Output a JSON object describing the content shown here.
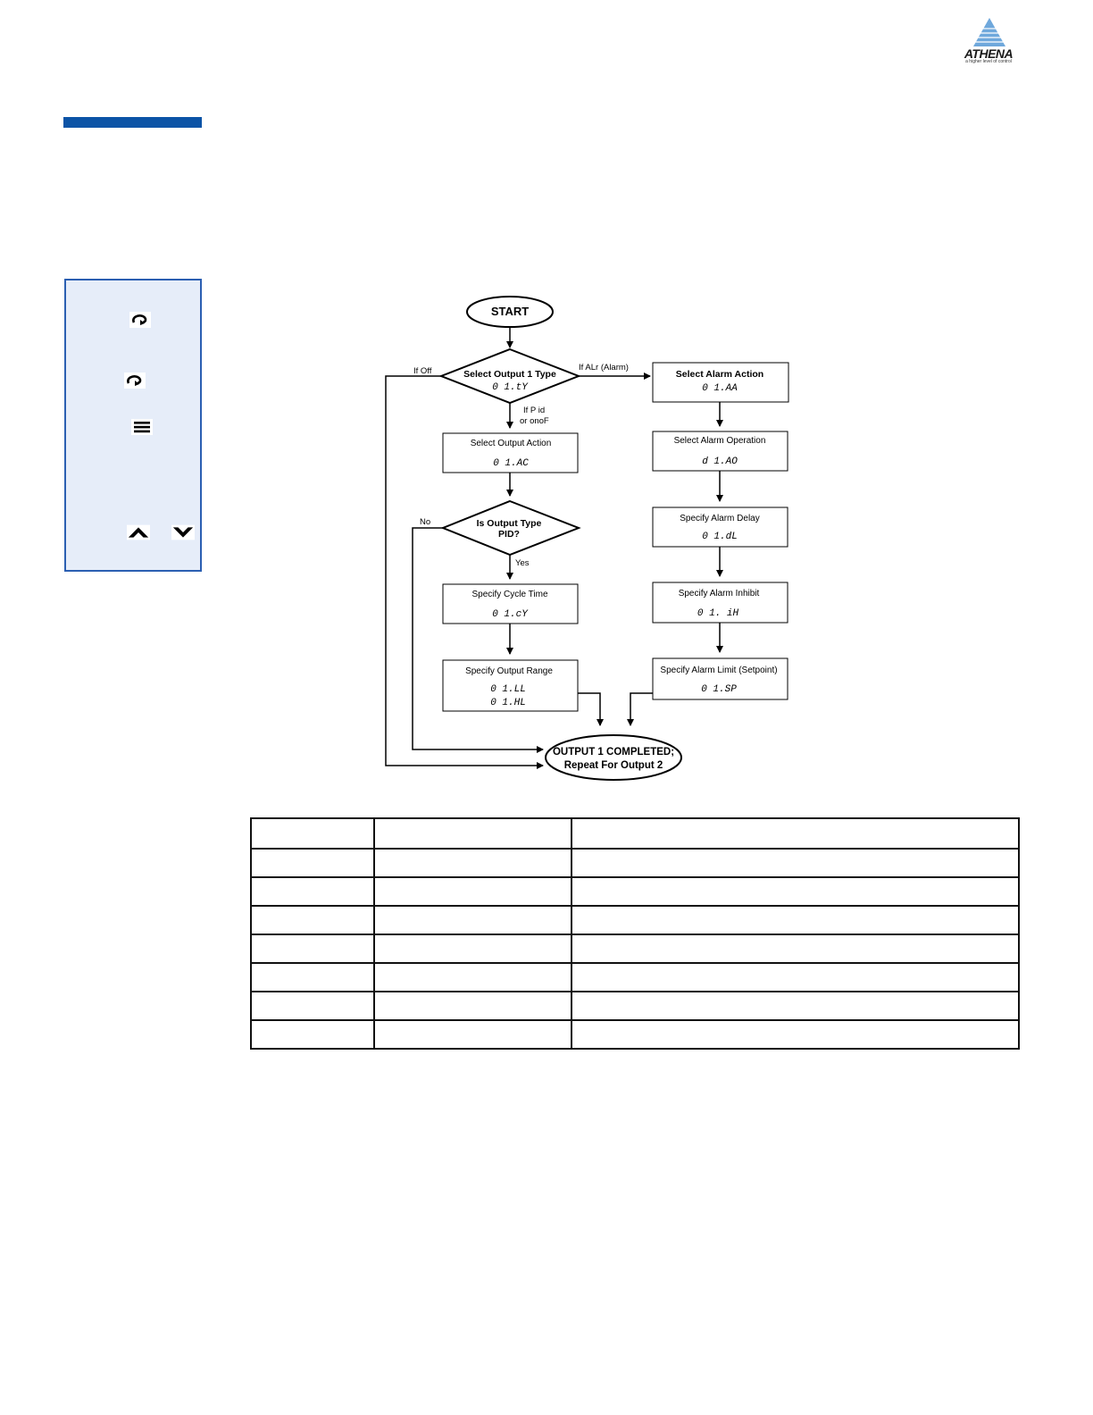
{
  "logo": {
    "name": "ATHENA",
    "tagline": "a higher level of control"
  },
  "side_panel": {
    "keys": [
      {
        "icon": "return-arrow-icon"
      },
      {
        "icon": "return-arrow-icon"
      },
      {
        "icon": "menu-lines-icon"
      },
      {
        "icon": "up-arrow-icon"
      },
      {
        "icon": "down-arrow-icon"
      }
    ]
  },
  "flowchart": {
    "start": "START",
    "select_output_type": {
      "label": "Select Output 1 Type",
      "code": "0 1.tY"
    },
    "if_off": "If Off",
    "if_alarm": "If ALr (Alarm)",
    "if_pid_line1": "If P id",
    "if_pid_line2": "or onoF",
    "select_output_action": {
      "label": "Select Output Action",
      "code": "0 1.AC"
    },
    "is_output_pid_line1": "Is Output Type",
    "is_output_pid_line2": "PID?",
    "no": "No",
    "yes": "Yes",
    "specify_cycle_time": {
      "label": "Specify Cycle Time",
      "code": "0 1.cY"
    },
    "specify_output_range": {
      "label": "Specify Output Range",
      "code1": "0 1.LL",
      "code2": "0 1.HL"
    },
    "select_alarm_action": {
      "label": "Select Alarm Action",
      "code": "0 1.AA"
    },
    "select_alarm_operation": {
      "label": "Select Alarm Operation",
      "code": "d 1.AO"
    },
    "specify_alarm_delay": {
      "label": "Specify Alarm Delay",
      "code": "0 1.dL"
    },
    "specify_alarm_inhibit": {
      "label": "Specify Alarm Inhibit",
      "code": "0 1. iH"
    },
    "specify_alarm_limit": {
      "label": "Specify Alarm Limit (Setpoint)",
      "code": "0 1.SP"
    },
    "completed_line1": "OUTPUT 1 COMPLETED;",
    "completed_line2": "Repeat For Output 2"
  },
  "table": {
    "rows": 8,
    "columns": 3
  },
  "colors": {
    "brand_blue": "#0b53a6",
    "panel_bg": "#e6edf9",
    "panel_border": "#2b5fb2"
  }
}
